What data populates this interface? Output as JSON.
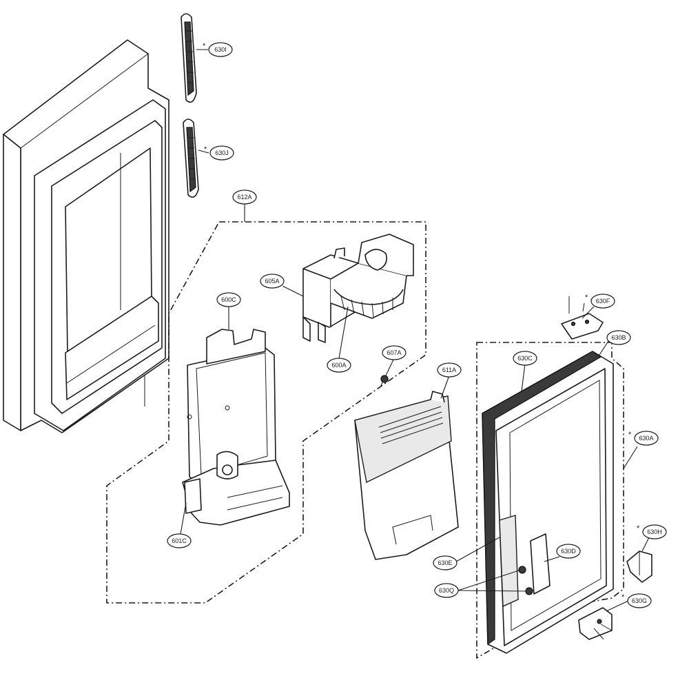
{
  "callouts": [
    {
      "id": "630i_top",
      "label": "630I",
      "starred": true
    },
    {
      "id": "630j",
      "label": "630J",
      "starred": true
    },
    {
      "id": "612a",
      "label": "612A",
      "starred": false
    },
    {
      "id": "605a",
      "label": "605A",
      "starred": false
    },
    {
      "id": "600c",
      "label": "600C",
      "starred": false
    },
    {
      "id": "600a",
      "label": "600A",
      "starred": false
    },
    {
      "id": "607a",
      "label": "607A",
      "starred": false
    },
    {
      "id": "611a",
      "label": "611A",
      "starred": false
    },
    {
      "id": "601c",
      "label": "601C",
      "starred": false
    },
    {
      "id": "630f",
      "label": "630F",
      "starred": true
    },
    {
      "id": "630b",
      "label": "630B",
      "starred": false
    },
    {
      "id": "630c",
      "label": "630C",
      "starred": false
    },
    {
      "id": "630a",
      "label": "630A",
      "starred": true
    },
    {
      "id": "630h",
      "label": "630H",
      "starred": true
    },
    {
      "id": "630d",
      "label": "630D",
      "starred": false
    },
    {
      "id": "630e",
      "label": "630E",
      "starred": false
    },
    {
      "id": "630q",
      "label": "630Q",
      "starred": false
    },
    {
      "id": "630g",
      "label": "630G",
      "starred": true
    }
  ],
  "star_symbol": "*"
}
